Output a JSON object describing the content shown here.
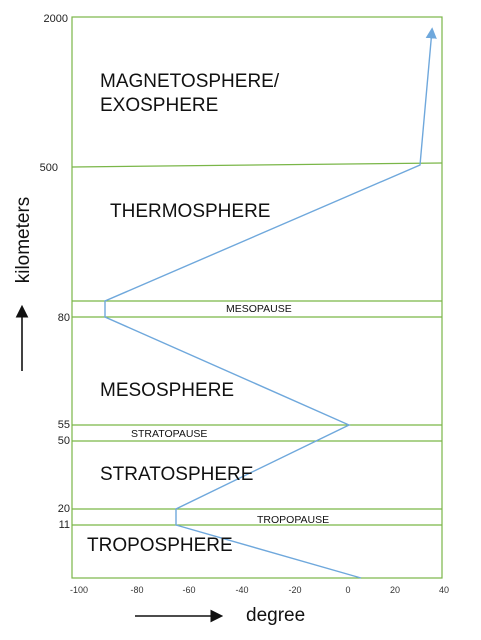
{
  "colors": {
    "boundary": "#7ab648",
    "profile": "#6fa8dc",
    "text": "#111111"
  },
  "axes": {
    "y_title": "kilometers",
    "x_title": "degree",
    "y_ticks": [
      "2000",
      "500",
      "80",
      "55",
      "50",
      "20",
      "11"
    ],
    "x_ticks": [
      "-100",
      "-80",
      "-60",
      "-40",
      "-20",
      "0",
      "20",
      "40"
    ]
  },
  "layers": {
    "magnetosphere_line1": "MAGNETOSPHERE/",
    "magnetosphere_line2": "EXOSPHERE",
    "thermosphere": "THERMOSPHERE",
    "mesopause": "MESOPAUSE",
    "mesosphere": "MESOSPHERE",
    "stratopause": "STRATOPAUSE",
    "stratosphere": "STRATOSPHERE",
    "tropopause": "TROPOPAUSE",
    "troposphere": "TROPOSPHERE"
  },
  "chart_data": {
    "type": "line",
    "xlabel": "degree",
    "ylabel": "kilometers",
    "xlim": [
      -100,
      40
    ],
    "temperature_profile": {
      "x": [
        5,
        -65,
        -65,
        0,
        -92,
        -92,
        30,
        35
      ],
      "y_boundary": [
        "surface",
        "11",
        "20",
        "55",
        "80",
        "mesopause top",
        "500",
        "top"
      ]
    }
  }
}
